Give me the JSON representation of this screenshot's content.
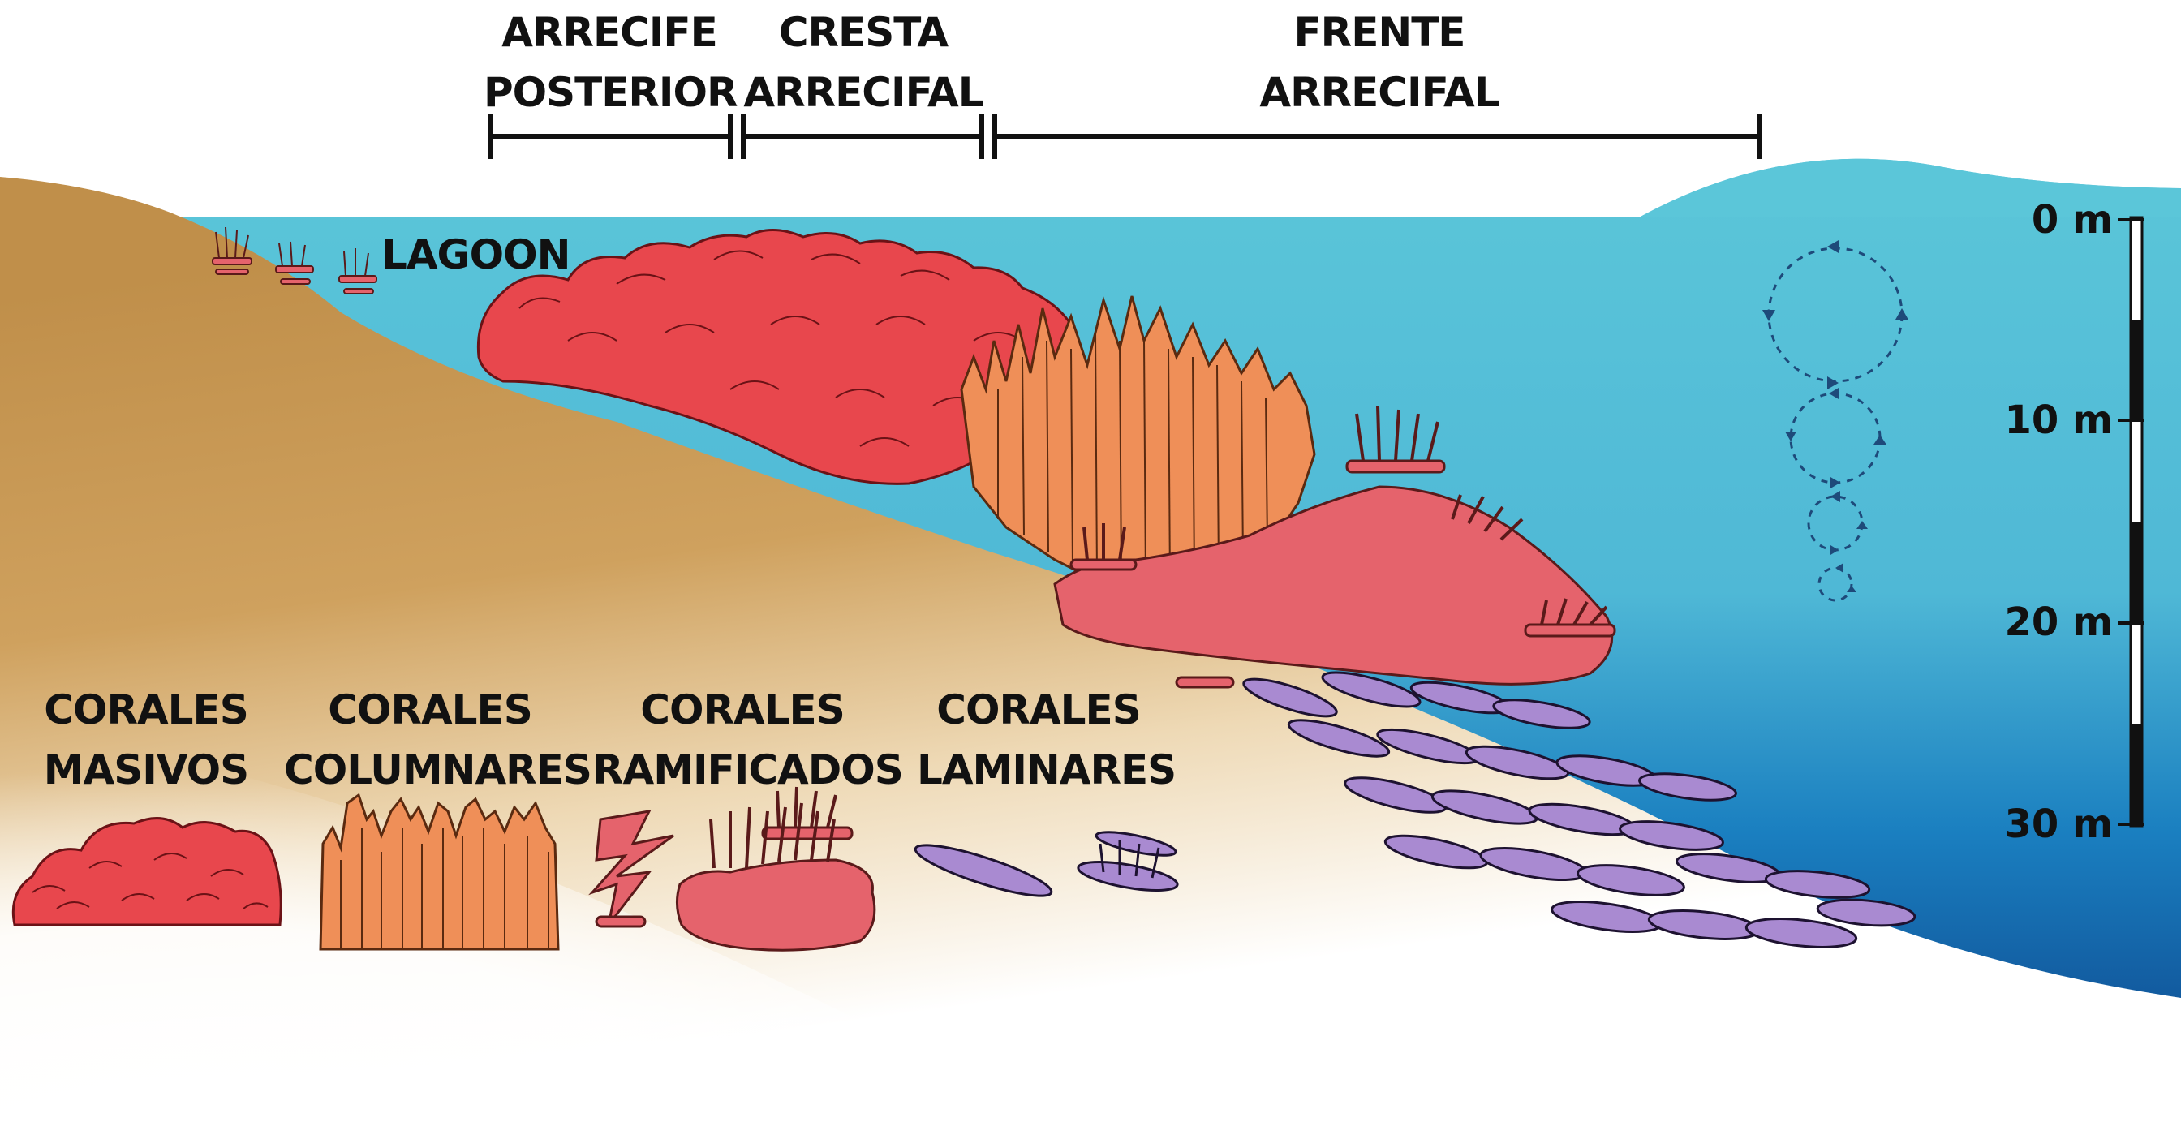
{
  "zones": [
    {
      "id": "back-reef",
      "line1": "ARRECIFE",
      "line2": "POSTERIOR"
    },
    {
      "id": "reef-crest",
      "line1": "CRESTA",
      "line2": "ARRECIFAL"
    },
    {
      "id": "reef-front",
      "line1": "FRENTE",
      "line2": "ARRECIFAL"
    }
  ],
  "lagoon_label": "LAGOON",
  "depth_scale": [
    "0 m",
    "10 m",
    "20 m",
    "30 m"
  ],
  "legend": [
    {
      "id": "massive",
      "line1": "CORALES",
      "line2": "MASIVOS",
      "color": "#e8474d"
    },
    {
      "id": "columnar",
      "line1": "CORALES",
      "line2": "COLUMNARES",
      "color": "#ef8f58"
    },
    {
      "id": "branching",
      "line1": "CORALES",
      "line2": "RAMIFICADOS",
      "color": "#e5636c"
    },
    {
      "id": "laminar",
      "line1": "CORALES",
      "line2": "LAMINARES",
      "color": "#a98ad1"
    }
  ],
  "colors": {
    "water_top": "#5bc6d9",
    "water_deep": "#0f4f99",
    "sand": "#c99d58",
    "massive": "#e8474d",
    "columnar": "#ef8f58",
    "branching": "#e5636c",
    "laminar": "#a98ad1",
    "wave_arrows": "#1e4a7a"
  }
}
